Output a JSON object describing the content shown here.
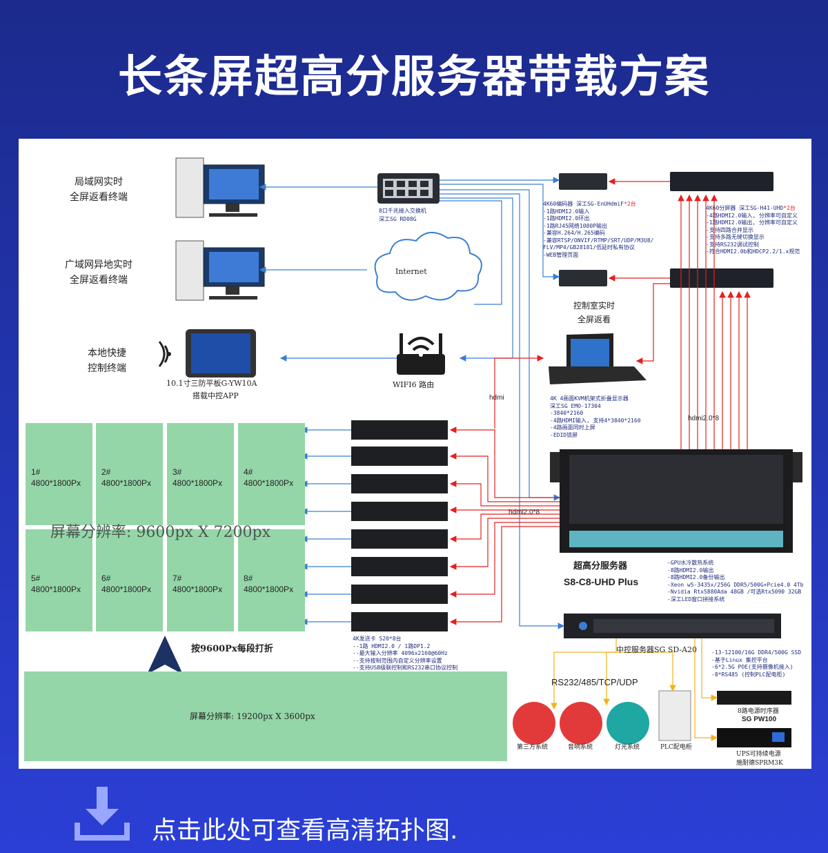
{
  "title": "长条屏超高分服务器带载方案",
  "diagram": {
    "terminals": {
      "lan_label": "局域网实时\n全屏返看终端",
      "wan_label": "广域网异地实时\n全屏返看终端",
      "local_label": "本地快捷\n控制终端",
      "tablet_caption_1": "10.1寸三防平板G-YW10A",
      "tablet_caption_2": "搭载中控APP"
    },
    "switch": {
      "line1": "8口千兆接入交换机",
      "line2": "深工SG RD08G"
    },
    "internet": "Internet",
    "router": "WIFI6 路由",
    "encoder_spec": [
      "4K60编码器 深工SG-EnUHdmiF",
      "*2台",
      "-1路HDMI2.0输入",
      "-1路HDMI2.0环出",
      "-1路RJ45网络1080P输出",
      "-兼容H.264/H.265编码",
      "-兼容RTSP/ONVIF/RTMP/SRT/UDP/M3U8/",
      "FLV/MP4/GB28181/低延时私有协议",
      "-WEB管理页面"
    ],
    "splitter_spec": [
      "4K60分屏器 深工SG-H41-UHD",
      "*2台",
      "-4路HDMI2.0输入, 分辨率可自定义",
      "-1路HDMI2.0输出, 分辨率可自定义",
      "-支持四路合并显示",
      "-支持多路无缝切换显示",
      "-支持RS232调试控制",
      "-符合HDMI2.0b和HDCP2.2/1.x规范"
    ],
    "control_room": "控制室实时\n全屏返看",
    "kvm_spec": [
      "4K 4画面KVM机架式折叠显示器",
      "深工SG EMO-17304",
      "-3840*2160",
      "-4路HDMI输入, 支持4*3840*2160",
      "-4路画面同时上屏",
      "-EDID锁屏"
    ],
    "link_labels": {
      "hdmi": "hdmi",
      "hdmi20x8_a": "hdmi2.0*8",
      "hdmi20x8_b": "hdmi2.0*8"
    },
    "screens": [
      {
        "id": "1#",
        "res": "4800*1800Px"
      },
      {
        "id": "2#",
        "res": "4800*1800Px"
      },
      {
        "id": "3#",
        "res": "4800*1800Px"
      },
      {
        "id": "4#",
        "res": "4800*1800Px"
      },
      {
        "id": "5#",
        "res": "4800*1800Px"
      },
      {
        "id": "6#",
        "res": "4800*1800Px"
      },
      {
        "id": "7#",
        "res": "4800*1800Px"
      },
      {
        "id": "8#",
        "res": "4800*1800Px"
      }
    ],
    "screen_total": "屏幕分辨率: 9600px X 7200px",
    "fold_note": "按9600Px每段打折",
    "long_screen": "屏幕分辨率: 19200px X 3600px",
    "sender_spec": [
      "4K发送卡 S20*8台",
      "--1路 HDMI2.0 / 1路DP1.2",
      "--最大输入分辨率 4096x2160@60Hz",
      "--支持按制范围内自定义分辨率设置",
      "--支持USB级联控制和RS232串口协议控制"
    ],
    "server": {
      "name": "超高分服务器",
      "model": "S8-C8-UHD Plus",
      "spec": [
        "-GPU水冷散热系统",
        "-8路HDMI2.0输出",
        "-8路HDMI2.0备份输出",
        "-Xeon w5-3435x/256G DDR5/500G+Pcie4.0 4Tb",
        "-Nvidia Rtx5880Ada 48GB /可选Rtx5090 32GB",
        "-深工LED窗口拼接系统"
      ]
    },
    "central": {
      "name": "中控服务器SG SD-A20",
      "spec": [
        "-13-12100/16G DDR4/500G SSD",
        "-基于Linux 集控平台",
        "-6*2.5G POE(支持摄像机接入)",
        "-8*RS485 (控制PLC配电柜)"
      ]
    },
    "protocols": "RS232/485/TCP/UDP",
    "subsystems": [
      "第三方系统",
      "音响系统",
      "灯光系统",
      "PLC配电柜"
    ],
    "power_seq": {
      "line1": "8路电源时序器",
      "line2": "SG PW100"
    },
    "ups": {
      "line1": "UPS可持续电源",
      "line2": "施耐德SPRM3K"
    }
  },
  "download_text": "点击此处可查看高清拓扑图.",
  "colors": {
    "blue_link": "#3a7fd0",
    "red_link": "#e42020",
    "yellow_link": "#f2b21a",
    "screen_green": "#95d6a8"
  }
}
